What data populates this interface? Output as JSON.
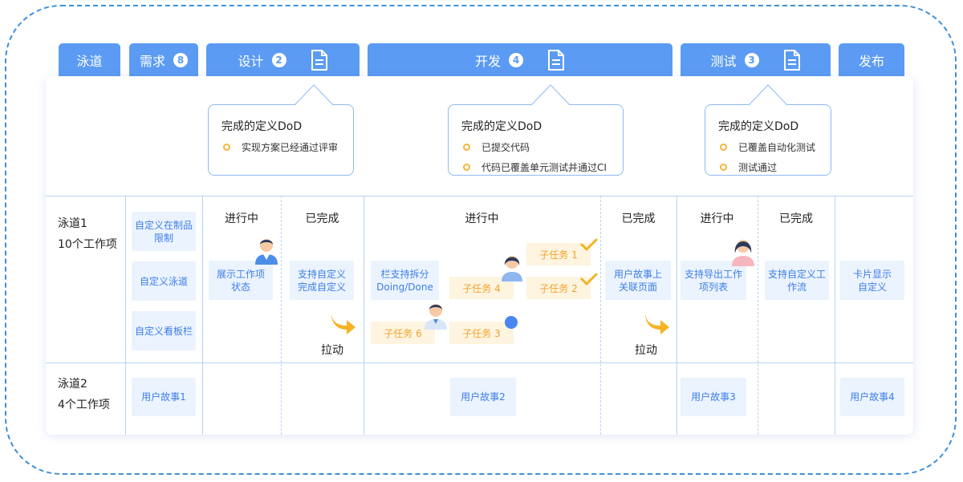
{
  "headers": [
    {
      "label": "泳道",
      "badge": "",
      "doc": false
    },
    {
      "label": "需求",
      "badge": "8",
      "doc": false
    },
    {
      "label": "设计",
      "badge": "2",
      "doc": true
    },
    {
      "label": "开发",
      "badge": "4",
      "doc": true
    },
    {
      "label": "测试",
      "badge": "3",
      "doc": true
    },
    {
      "label": "发布",
      "badge": "",
      "doc": false
    }
  ],
  "dod": [
    {
      "title": "完成的定义DoD",
      "items": [
        "实现方案已经通过评审"
      ]
    },
    {
      "title": "完成的定义DoD",
      "items": [
        "已提交代码",
        "代码已覆盖单元测试并通过CI"
      ]
    },
    {
      "title": "完成的定义DoD",
      "items": [
        "已覆盖自动化测试",
        "测试通过"
      ]
    }
  ],
  "lanes": [
    {
      "name": "泳道1",
      "count": "10个工作项"
    },
    {
      "name": "泳道2",
      "count": "4个工作项"
    }
  ],
  "columns": {
    "design_doing": "进行中",
    "design_done": "已完成",
    "dev_doing": "进行中",
    "dev_done": "已完成",
    "test_doing": "进行中",
    "test_done": "已完成"
  },
  "cards": {
    "req1": "自定义在制品限制",
    "req2": "自定义泳道",
    "req3": "自定义看板栏",
    "design_doing": "展示工作项状态",
    "design_done": "支持自定义完成自定义",
    "dev_col": "栏支持拆分Doing/Done",
    "dev_done": "用户故事上关联页面",
    "test_doing": "支持导出工作项列表",
    "test_done": "支持自定义工作流",
    "release": "卡片显示自定义",
    "lane2_req": "用户故事1",
    "lane2_dev": "用户故事2",
    "lane2_test": "用户故事3",
    "lane2_release": "用户故事4"
  },
  "tasks": {
    "t1": "子任务 1",
    "t2": "子任务 2",
    "t3": "子任务 3",
    "t4": "子任务 4",
    "t6": "子任务 6"
  },
  "drag_label": "拉动",
  "colors": {
    "primary": "#5b9bf3",
    "card_bg": "#ebf3fe",
    "card_text": "#3d7ee6",
    "task_bg": "#fef4e0",
    "task_text": "#f0a228",
    "accent": "#f3b73a"
  }
}
